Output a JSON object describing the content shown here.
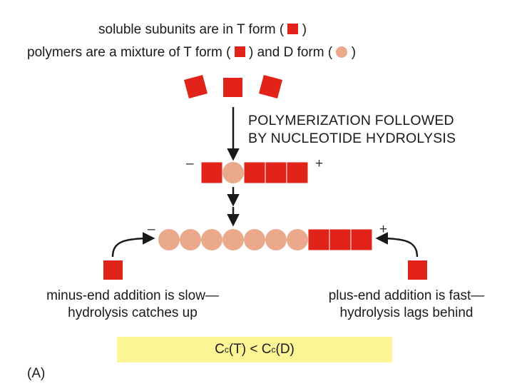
{
  "legend": {
    "line1_text": "soluble subunits are in T form (",
    "line1_close": ")",
    "line2_text_a": "polymers are a mixture of T form (",
    "line2_text_b": ") and D form (",
    "line2_close": ")"
  },
  "step_label": {
    "line1": "POLYMERIZATION FOLLOWED",
    "line2": "BY NUCLEOTIDE HYDROLYSIS"
  },
  "filament_short": {
    "minus": "–",
    "plus": "+",
    "sequence": [
      "T",
      "D",
      "T",
      "T",
      "T"
    ]
  },
  "filament_long": {
    "minus": "–",
    "plus": "+",
    "sequence": [
      "D",
      "D",
      "D",
      "D",
      "D",
      "D",
      "D",
      "T",
      "T",
      "T"
    ]
  },
  "captions": {
    "left_line1": "minus-end addition is slow—",
    "left_line2": "hydrolysis catches up",
    "right_line1": "plus-end addition is fast—",
    "right_line2": "hydrolysis lags behind"
  },
  "formula": {
    "c1": "C",
    "sub1": "c",
    "t": "(T) < ",
    "c2": "C",
    "sub2": "c",
    "d": "(D)"
  },
  "panel_label": "(A)",
  "colors": {
    "t_form": "#e2231a",
    "d_form": "#e9a98a",
    "formula_bg": "#fbf595",
    "arrow": "#1a1a1a"
  },
  "icons": {
    "t_form": "red-square-icon",
    "d_form": "peach-circle-icon"
  }
}
